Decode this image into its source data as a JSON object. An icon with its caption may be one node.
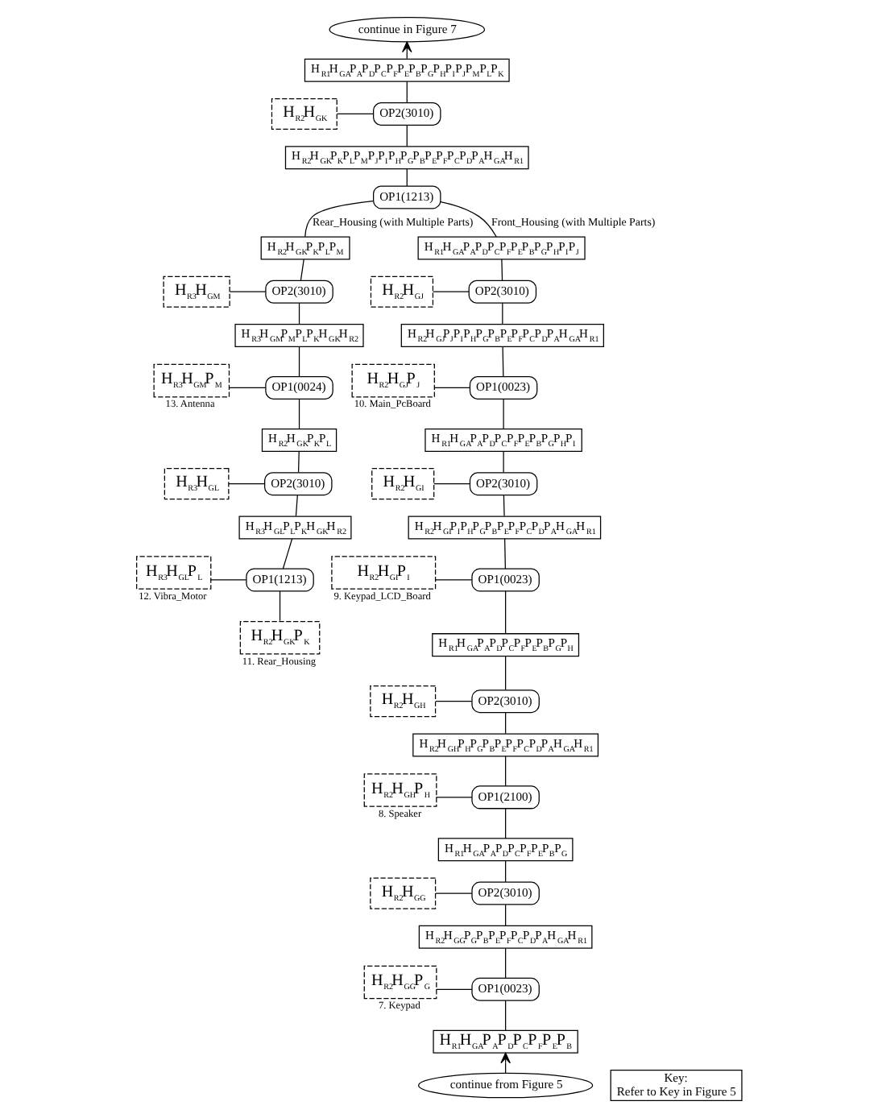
{
  "diagram": {
    "nodes": [
      {
        "text": [
          "continue in Figure 7"
        ]
      },
      {
        "text": [
          "Key:",
          "Refer to Key in Figure 5"
        ]
      },
      {
        "text": [
          "H$_{R1}$H$_{GA}$P$_{A}$P$_{D}$P$_{C}$P$_{F}$P$_{E}$P$_{B}$P$_{G}$P$_{H}$P$_{I}$P$_{J}$P$_{M}$P$_{L}$P$_{K}$"
        ]
      },
      {
        "text": [
          "H$_{R2}$H$_{GK}$"
        ]
      },
      {
        "text": [
          "OP2(3010)"
        ]
      },
      {
        "text": [
          "H$_{R2}$H$_{GK}$P$_{K}$P$_{L}$P$_{M}$P$_{J}$P$_{I}$P$_{H}$P$_{G}$P$_{B}$P$_{E}$P$_{F}$P$_{C}$P$_{D}$P$_{A}$H$_{GA}$H$_{R1}$"
        ]
      },
      {
        "text": [
          "OP1(1213)"
        ]
      },
      {
        "text": [
          "H$_{R2}$H$_{GK}$P$_{K}$P$_{L}$P$_{M}$"
        ]
      },
      {
        "text": [
          "H$_{R3}$H$_{GM}$"
        ]
      },
      {
        "text": [
          "OP2(3010)"
        ]
      },
      {
        "text": [
          "H$_{R3}$H$_{GM}$P$_{M}$P$_{L}$P$_{K}$H$_{GK}$H$_{R2}$"
        ]
      },
      {
        "text": [
          "H$_{R3}$H$_{GM}$P$_{M}$"
        ],
        "beside": [
          "13. Antenna"
        ]
      },
      {
        "text": [
          "OP1(0024)"
        ]
      },
      {
        "text": [
          "H$_{R2}$H$_{GK}$P$_{K}$P$_{L}$"
        ]
      },
      {
        "text": [
          "H$_{R3}$H$_{GL}$"
        ]
      },
      {
        "text": [
          "OP2(3010)"
        ]
      },
      {
        "text": [
          "H$_{R3}$H$_{GL}$P$_{L}$P$_{K}$H$_{GK}$H$_{R2}$"
        ]
      },
      {
        "text": [
          "H$_{R3}$H$_{GL}$P$_{L}$"
        ],
        "beside": [
          "12. Vibra_Motor"
        ]
      },
      {
        "text": [
          "OP1(1213)"
        ]
      },
      {
        "text": [
          "H$_{R2}$H$_{GK}$P$_{K}$"
        ],
        "beside": [
          "11. Rear_Housing"
        ]
      },
      {
        "text": [
          "H$_{R1}$H$_{GA}$P$_{A}$P$_{D}$P$_{C}$P$_{F}$P$_{E}$P$_{B}$P$_{G}$P$_{H}$P$_{I}$P$_{J}$"
        ]
      },
      {
        "text": [
          "H$_{R2}$H$_{GJ}$"
        ]
      },
      {
        "text": [
          "OP2(3010)"
        ]
      },
      {
        "text": [
          "H$_{R2}$H$_{GJ}$P$_{J}$P$_{I}$P$_{H}$P$_{G}$P$_{B}$P$_{E}$P$_{F}$P$_{C}$P$_{D}$P$_{A}$H$_{GA}$H$_{R1}$"
        ]
      },
      {
        "text": [
          "H$_{R2}$H$_{GJ}$P$_{J}$"
        ],
        "beside": [
          "10. Main_PcBoard"
        ]
      },
      {
        "text": [
          "OP1(0023)"
        ]
      },
      {
        "text": [
          "H$_{R1}$H$_{GA}$P$_{A}$P$_{D}$P$_{C}$P$_{F}$P$_{E}$P$_{B}$P$_{G}$P$_{H}$P$_{I}$"
        ]
      },
      {
        "text": [
          "H$_{R2}$H$_{GI}$"
        ]
      },
      {
        "text": [
          "OP2(3010)"
        ]
      },
      {
        "text": [
          "H$_{R2}$H$_{GI}$P$_{I}$P$_{H}$P$_{G}$P$_{B}$P$_{E}$P$_{F}$P$_{C}$P$_{D}$P$_{A}$H$_{GA}$H$_{R1}$"
        ]
      },
      {
        "text": [
          "H$_{R2}$H$_{GI}$P$_{I}$"
        ],
        "beside": [
          "9. Keypad_LCD_Board"
        ]
      },
      {
        "text": [
          "OP1(0023)"
        ]
      },
      {
        "text": [
          "H$_{R1}$H$_{GA}$P$_{A}$P$_{D}$P$_{C}$P$_{F}$P$_{E}$P$_{B}$P$_{G}$P$_{H}$"
        ]
      },
      {
        "text": [
          "H$_{R2}$H$_{GH}$"
        ]
      },
      {
        "text": [
          "OP2(3010)"
        ]
      },
      {
        "text": [
          "H$_{R2}$H$_{GH}$P$_{H}$P$_{G}$P$_{B}$P$_{E}$P$_{F}$P$_{C}$P$_{D}$P$_{A}$H$_{GA}$H$_{R1}$"
        ]
      },
      {
        "text": [
          "H$_{R2}$H$_{GH}$P$_{H}$"
        ],
        "beside": [
          "8. Speaker"
        ]
      },
      {
        "text": [
          "OP1(2100)"
        ]
      },
      {
        "text": [
          "H$_{R1}$H$_{GA}$P$_{A}$P$_{D}$P$_{C}$P$_{F}$P$_{E}$P$_{B}$P$_{G}$"
        ]
      },
      {
        "text": [
          "H$_{R2}$H$_{GG}$"
        ]
      },
      {
        "text": [
          "OP2(3010)"
        ]
      },
      {
        "text": [
          "H$_{R2}$H$_{GG}$P$_{G}$P$_{B}$P$_{E}$P$_{F}$P$_{C}$P$_{D}$P$_{A}$H$_{GA}$H$_{R1}$"
        ]
      },
      {
        "text": [
          "H$_{R2}$H$_{GG}$P$_{G}$"
        ],
        "beside": [
          "7. Keypad"
        ]
      },
      {
        "text": [
          "OP1(0023)"
        ]
      },
      {
        "text": [
          "H$_{R1}$H$_{GA}$P$_{A}$P$_{D}$P$_{C}$P$_{F}$P$_{E}$P$_{B}$"
        ]
      },
      {
        "text": [
          "continue from Figure 5"
        ]
      }
    ],
    "edges": [
      {
        "from": 2,
        "to": 0,
        "arrow": "to"
      },
      {
        "from": 3,
        "to": 4,
        "arrow": "none"
      },
      {
        "from": 4,
        "to": 2,
        "arrow": "none"
      },
      {
        "from": 5,
        "to": 4,
        "arrow": "none"
      },
      {
        "from": 6,
        "to": 5,
        "arrow": "none"
      },
      {
        "from": 7,
        "to": 6,
        "arrow": "none",
        "label": "Rear_Housing (with Multiple Parts)"
      },
      {
        "from": 20,
        "to": 6,
        "arrow": "none",
        "label": "Front_Housing (with Multiple Parts)"
      },
      {
        "from": 8,
        "to": 9,
        "arrow": "none"
      },
      {
        "from": 9,
        "to": 7,
        "arrow": "none"
      },
      {
        "from": 10,
        "to": 9,
        "arrow": "none"
      },
      {
        "from": 11,
        "to": 12,
        "arrow": "none"
      },
      {
        "from": 12,
        "to": 10,
        "arrow": "none"
      },
      {
        "from": 13,
        "to": 12,
        "arrow": "none"
      },
      {
        "from": 14,
        "to": 15,
        "arrow": "none"
      },
      {
        "from": 15,
        "to": 13,
        "arrow": "none"
      },
      {
        "from": 16,
        "to": 15,
        "arrow": "none"
      },
      {
        "from": 17,
        "to": 18,
        "arrow": "none"
      },
      {
        "from": 18,
        "to": 16,
        "arrow": "none"
      },
      {
        "from": 19,
        "to": 18,
        "arrow": "none"
      },
      {
        "from": 21,
        "to": 22,
        "arrow": "none"
      },
      {
        "from": 22,
        "to": 20,
        "arrow": "none"
      },
      {
        "from": 23,
        "to": 22,
        "arrow": "none"
      },
      {
        "from": 24,
        "to": 25,
        "arrow": "none"
      },
      {
        "from": 25,
        "to": 23,
        "arrow": "none"
      },
      {
        "from": 26,
        "to": 25,
        "arrow": "none"
      },
      {
        "from": 27,
        "to": 28,
        "arrow": "none"
      },
      {
        "from": 28,
        "to": 26,
        "arrow": "none"
      },
      {
        "from": 29,
        "to": 28,
        "arrow": "none"
      },
      {
        "from": 30,
        "to": 31,
        "arrow": "none"
      },
      {
        "from": 31,
        "to": 29,
        "arrow": "none"
      },
      {
        "from": 32,
        "to": 31,
        "arrow": "none"
      },
      {
        "from": 33,
        "to": 34,
        "arrow": "none"
      },
      {
        "from": 34,
        "to": 32,
        "arrow": "none"
      },
      {
        "from": 35,
        "to": 34,
        "arrow": "none"
      },
      {
        "from": 36,
        "to": 37,
        "arrow": "none"
      },
      {
        "from": 37,
        "to": 35,
        "arrow": "none"
      },
      {
        "from": 38,
        "to": 37,
        "arrow": "none"
      },
      {
        "from": 39,
        "to": 40,
        "arrow": "none"
      },
      {
        "from": 40,
        "to": 38,
        "arrow": "none"
      },
      {
        "from": 41,
        "to": 40,
        "arrow": "none"
      },
      {
        "from": 42,
        "to": 43,
        "arrow": "none"
      },
      {
        "from": 43,
        "to": 41,
        "arrow": "none"
      },
      {
        "from": 44,
        "to": 43,
        "arrow": "none"
      },
      {
        "from": 45,
        "to": 44,
        "arrow": "to"
      }
    ]
  }
}
